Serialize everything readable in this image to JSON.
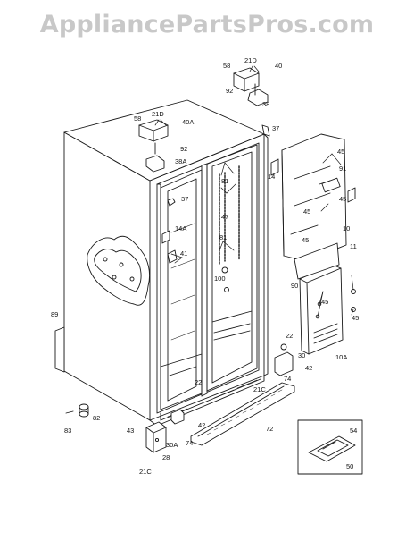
{
  "watermark": "AppliancePartsPros.com",
  "colors": {
    "line": "#1a1a1a",
    "fill": "#ffffff",
    "watermark": "#c8c8c8"
  },
  "callouts": [
    "58",
    "21D",
    "40",
    "92",
    "38",
    "37",
    "58",
    "21D",
    "40A",
    "92",
    "38A",
    "45",
    "91",
    "14",
    "81",
    "45",
    "37",
    "47",
    "45",
    "10",
    "45",
    "14A",
    "81",
    "41",
    "11",
    "100",
    "90",
    "45",
    "45",
    "89",
    "22",
    "10A",
    "30",
    "42",
    "74",
    "21C",
    "22",
    "72",
    "82",
    "43",
    "42",
    "83",
    "30A",
    "74",
    "54",
    "28",
    "21C",
    "50"
  ]
}
